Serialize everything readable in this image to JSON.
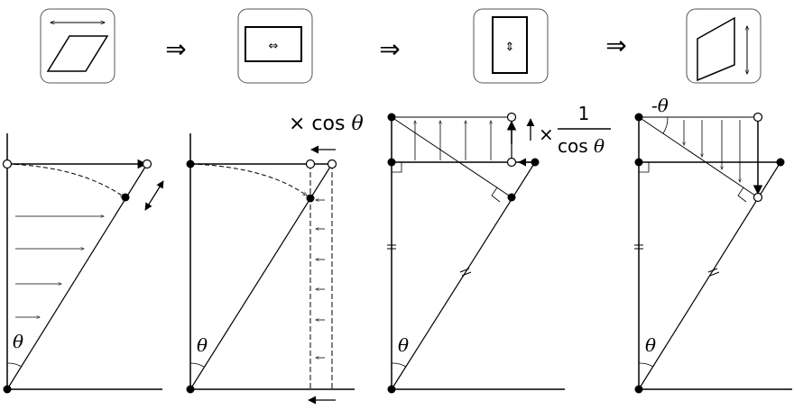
{
  "steps": [
    {
      "icon": "parallelogram-horizontal-shear-icon"
    },
    {
      "icon": "rectangle-horizontal-resize-icon"
    },
    {
      "icon": "rectangle-vertical-resize-icon"
    },
    {
      "icon": "parallelogram-vertical-shear-icon"
    }
  ],
  "step_arrow": "⇒",
  "icon_glyphs": {
    "horizontal": "⇔",
    "vertical": "⇕"
  },
  "labels": {
    "theta": "θ",
    "scale_cos_prefix": "× cos ",
    "scale_inv_times": "×",
    "scale_inv_num": "1",
    "scale_inv_den": "cos ",
    "neg_theta": "-θ"
  },
  "colors": {
    "ink": "#000000",
    "box_border": "#555555",
    "background": "#ffffff"
  }
}
